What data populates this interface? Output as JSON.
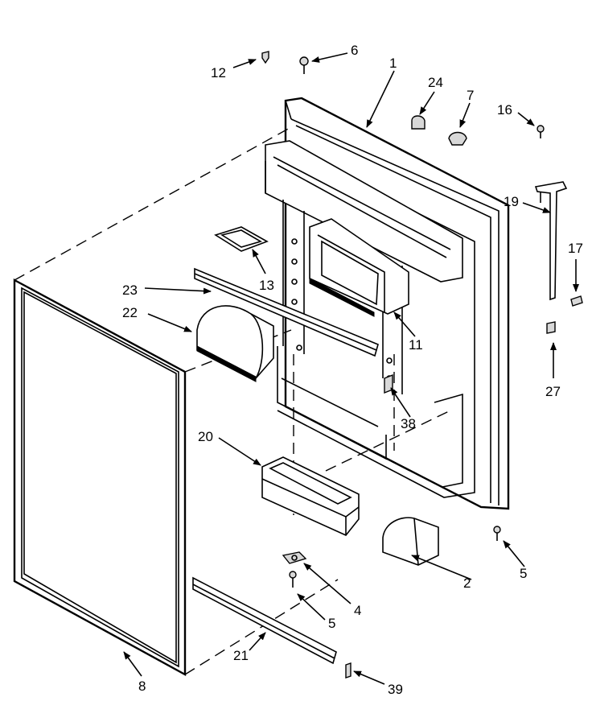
{
  "callouts": {
    "c1": "1",
    "c2": "2",
    "c4": "4",
    "c5a": "5",
    "c5b": "5",
    "c6": "6",
    "c7": "7",
    "c8": "8",
    "c11": "11",
    "c12": "12",
    "c13": "13",
    "c16": "16",
    "c17": "17",
    "c19": "19",
    "c20": "20",
    "c21": "21",
    "c22": "22",
    "c23": "23",
    "c24": "24",
    "c27": "27",
    "c38": "38",
    "c39": "39"
  }
}
